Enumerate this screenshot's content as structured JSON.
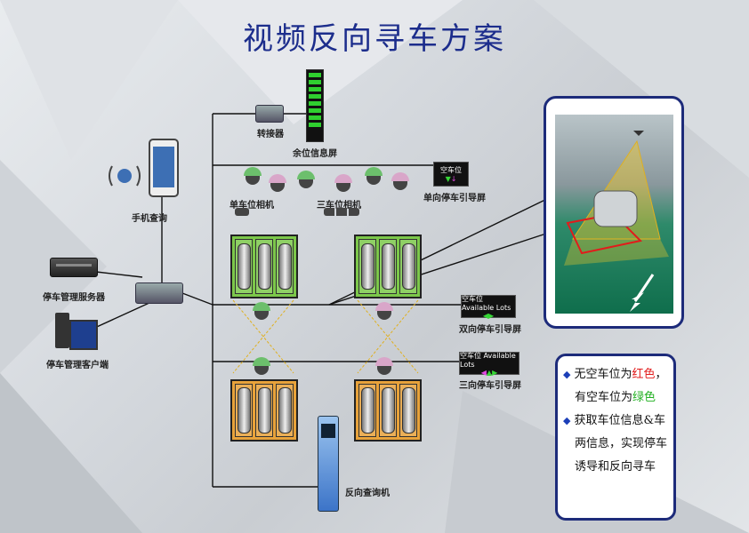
{
  "title": "视频反向寻车方案",
  "labels": {
    "converter": "转接器",
    "remaining_display": "余位信息屏",
    "phone_query": "手机查询",
    "single_cam": "单车位相机",
    "triple_cam": "三车位相机",
    "one_way_sign": "单向停车引导屏",
    "server": "停车管理服务器",
    "client": "停车管理客户端",
    "two_way_sign": "双向停车引导屏",
    "three_way_sign": "三向停车引导屏",
    "kiosk": "反向查询机"
  },
  "signs": {
    "one_way_text": "空车位",
    "two_way_title": "空车位",
    "two_way_en": "Available Lots",
    "three_way_title": "空车位",
    "three_way_en": "Available Lots"
  },
  "note": {
    "line1a": "无空车位为",
    "line1b": "红色",
    "line1c": "，",
    "line2a": "有空车位为",
    "line2b": "绿色",
    "line3": "获取车位信息&车",
    "line4": "两信息，实现停车",
    "line5": "诱导和反向寻车"
  },
  "colors": {
    "title": "#1c2d8c",
    "frame": "#1d2b7a",
    "occupied": "#e21b1b",
    "available": "#22b022",
    "lot_green": "#7cc84a",
    "lot_orange": "#e8a23a"
  },
  "icons": {
    "wifi": "wifi-icon",
    "camera": "dome-camera-icon",
    "arrow": "arrow-icon"
  }
}
